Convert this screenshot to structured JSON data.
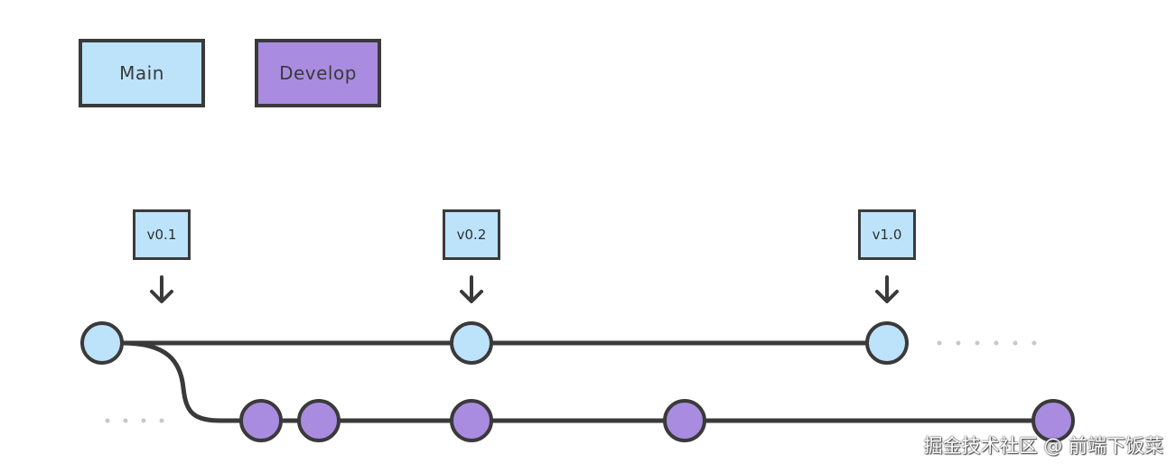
{
  "legend": {
    "main_label": "Main",
    "develop_label": "Develop"
  },
  "tags": [
    {
      "label": "v0.1"
    },
    {
      "label": "v0.2"
    },
    {
      "label": "v1.0"
    }
  ],
  "colors": {
    "main": "#bde3fb",
    "develop": "#a98ce0",
    "stroke": "#3a3a3a",
    "dots": "#c8c8c8"
  },
  "watermark": "掘金技术社区 @ 前端下饭菜"
}
